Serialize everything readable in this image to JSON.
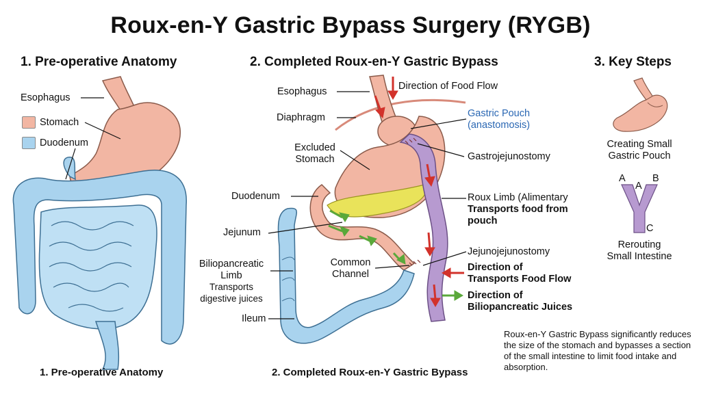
{
  "title": "Roux-en-Y Gastric Bypass Surgery (RYGB)",
  "sections": {
    "s1": "1. Pre-operative Anatomy",
    "s2": "2. Completed Roux-en-Y Gastric Bypass",
    "s3": "3. Key Steps"
  },
  "panel1": {
    "esophagus": "Esophagus",
    "legend": [
      {
        "label": "Stomach",
        "color": "#f2b6a3"
      },
      {
        "label": "Duodenum",
        "color": "#a9d3ee"
      }
    ],
    "caption": "1. Pre-operative Anatomy"
  },
  "panel2": {
    "esophagus": "Esophagus",
    "diaphragm": "Diaphragm",
    "excluded_stomach_1": "Excluded",
    "excluded_stomach_2": "Stomach",
    "duodenum": "Duodenum",
    "jejunum": "Jejunum",
    "bilio_1": "Biliopancreatic",
    "bilio_2": "Limb",
    "bilio_3": "Transports",
    "bilio_4": "digestive juices",
    "ileum": "Ileum",
    "common_1": "Common",
    "common_2": "Channel",
    "food_flow": "Direction of Food Flow",
    "pouch_1": "Gastric Pouch",
    "pouch_2": "(anastomosis)",
    "gastrojejunostomy": "Gastrojejunostomy",
    "roux_1": "Roux Limb (Alimentary",
    "roux_2": "Transports food from",
    "roux_3": "pouch",
    "jejunojejunostomy": "Jejunojejunostomy",
    "dir_food_1": "Direction of",
    "dir_food_2": "Transports Food Flow",
    "dir_bilio_1": "Direction of",
    "dir_bilio_2": "Biliopancreatic Juices",
    "caption": "2. Completed Roux-en-Y Gastric Bypass"
  },
  "panel3": {
    "step1_1": "Creating Small",
    "step1_2": "Gastric Pouch",
    "y_a_left": "A",
    "y_a_mid": "A",
    "y_b": "B",
    "y_c": "C",
    "step2_1": "Rerouting",
    "step2_2": "Small Intestine"
  },
  "description": "Roux-en-Y Gastric Bypass significantly reduces the size of the stomach and bypasses a section of the small intestine to limit food intake and absorption.",
  "colors": {
    "stomach": "#f2b6a3",
    "intestine": "#a9d3ee",
    "roux_limb": "#b79ad0",
    "pancreas": "#e9e35a",
    "food_arrow": "#d2322b",
    "juice_arrow": "#5aa83a"
  }
}
